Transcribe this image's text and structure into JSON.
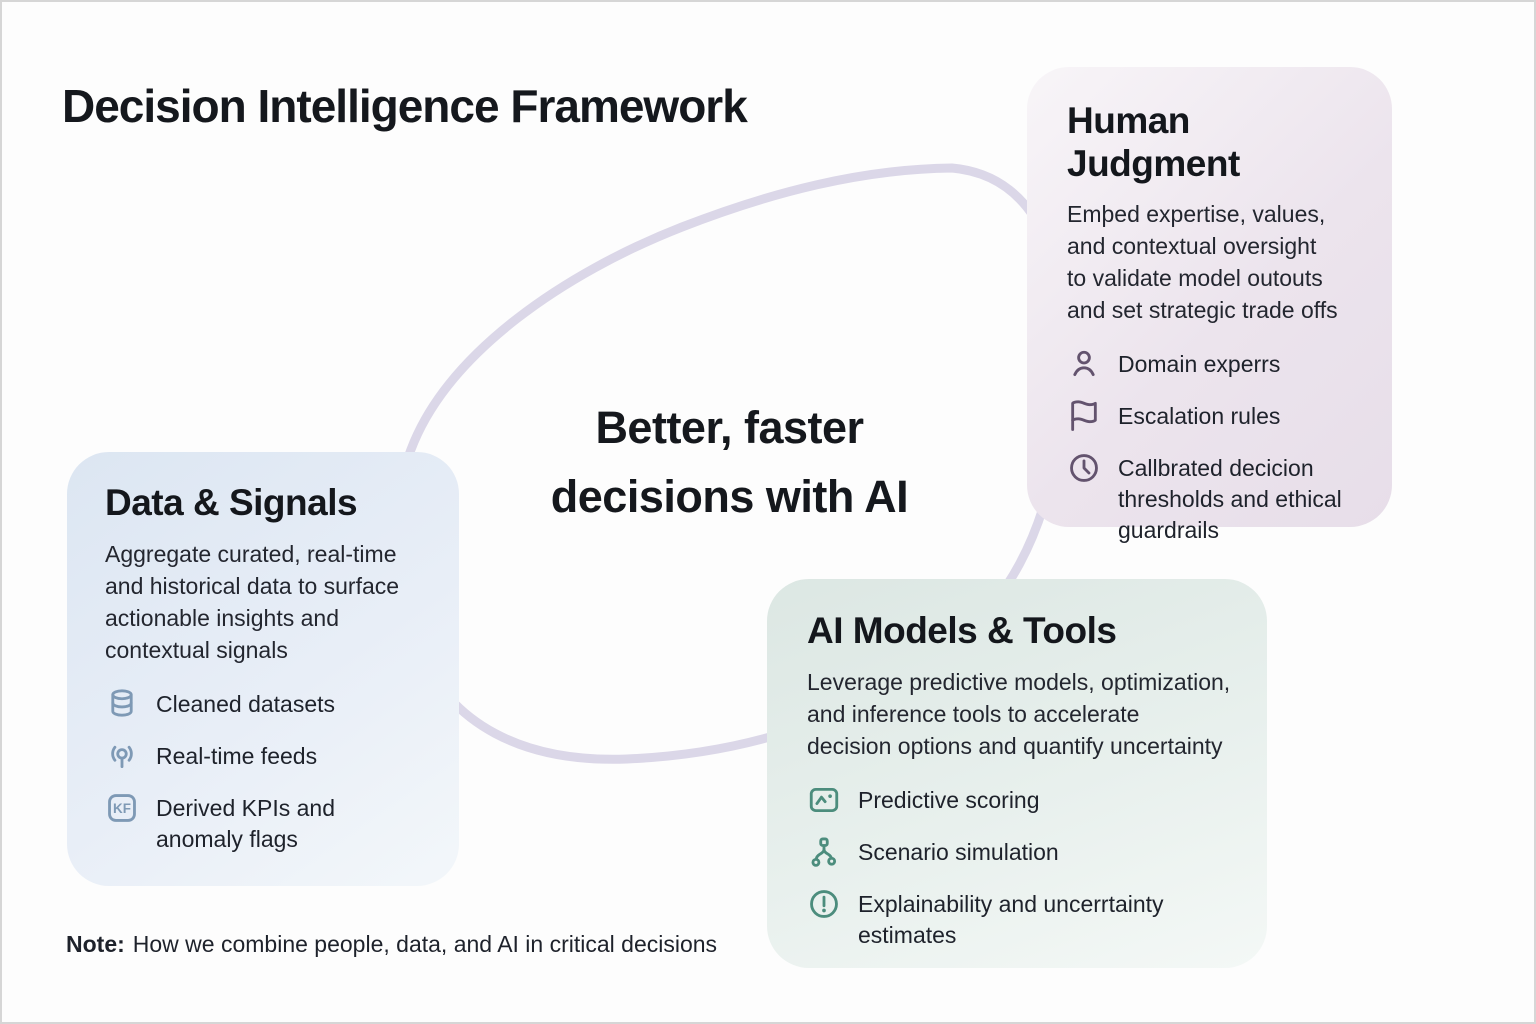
{
  "page": {
    "title": "Decision Intelligence Framework",
    "center_headline_line1": "Better, faster",
    "center_headline_line2": "decisions with AI",
    "note_label": "Note:",
    "note_text": "How we combine people, data, and AI in critical decisions"
  },
  "colors": {
    "human_judgment_accent": "#63536e",
    "data_signals_accent": "#7e99b5",
    "ai_models_accent": "#4c8d7d",
    "connector_ring": "#dbd7e8",
    "text": "#1e222b"
  },
  "cards": {
    "human_judgment": {
      "title": "Human Judgment",
      "description": "Emþed expertise, values,\nand contextual oversight\nto validate model outouts\nand set strategic trade offs",
      "bullets": [
        {
          "icon": "person-icon",
          "label": "Domain experrs"
        },
        {
          "icon": "flag-icon",
          "label": "Escalation rules"
        },
        {
          "icon": "clock-icon",
          "label": "Callbrated decicion\nthresholds and ethical\nguardrails"
        }
      ]
    },
    "data_signals": {
      "title": "Data & Signals",
      "description": "Aggregate curated, real-time\nand historical data to surface\nactionable insights and\ncontextual signals",
      "bullets": [
        {
          "icon": "database-icon",
          "label": "Cleaned datasets"
        },
        {
          "icon": "broadcast-icon",
          "label": "Real-time feeds"
        },
        {
          "icon": "kpi-badge-icon",
          "label": "Derived KPIs and\nanomaly flags",
          "badge_text": "KF"
        }
      ]
    },
    "ai_models": {
      "title": "AI Models & Tools",
      "description": "Leverage predictive models, optimization,\nand inference tools to accelerate\ndecision options and quantify uncertainty",
      "bullets": [
        {
          "icon": "trend-chart-icon",
          "label": "Predictive scoring"
        },
        {
          "icon": "branch-icon",
          "label": "Scenario simulation"
        },
        {
          "icon": "alert-circle-icon",
          "label": "Explainability and uncerrtainty\nestimates"
        }
      ]
    }
  }
}
